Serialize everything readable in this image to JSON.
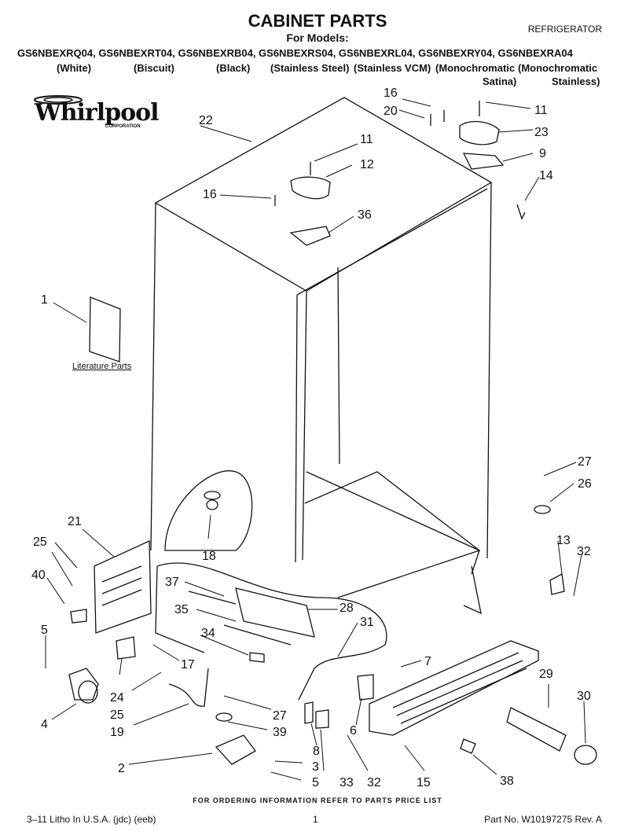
{
  "header": {
    "title": "CABINET PARTS",
    "subtitle": "For Models:",
    "category": "REFRIGERATOR",
    "models": "GS6NBEXRQ04, GS6NBEXRT04, GS6NBEXRB04, GS6NBEXRS04, GS6NBEXRL04, GS6NBEXRY04, GS6NBEXRA04",
    "colors": [
      "(White)",
      "(Biscuit)",
      "(Black)",
      "(Stainless Steel)",
      "(Stainless VCM)",
      "(Monochromatic",
      "(Monochromatic",
      "Satina)",
      "Stainless)"
    ]
  },
  "logo": {
    "brand": "Whirlpool",
    "tagline": "CORPORATION"
  },
  "literature_label": "Literature Parts",
  "callouts": [
    "16",
    "20",
    "11",
    "23",
    "9",
    "14",
    "22",
    "11",
    "12",
    "16",
    "36",
    "1",
    "27",
    "26",
    "21",
    "25",
    "40",
    "18",
    "37",
    "28",
    "35",
    "31",
    "34",
    "13",
    "32",
    "5",
    "17",
    "7",
    "29",
    "30",
    "24",
    "25",
    "19",
    "27",
    "39",
    "8",
    "6",
    "4",
    "2",
    "3",
    "5",
    "33",
    "32",
    "15",
    "38"
  ],
  "footer": {
    "ordering": "FOR ORDERING INFORMATION REFER TO PARTS PRICE LIST",
    "litho": "3–11 Litho In U.S.A. (jdc) (eeb)",
    "page": "1",
    "part_number": "Part No. W10197275 Rev. A"
  }
}
